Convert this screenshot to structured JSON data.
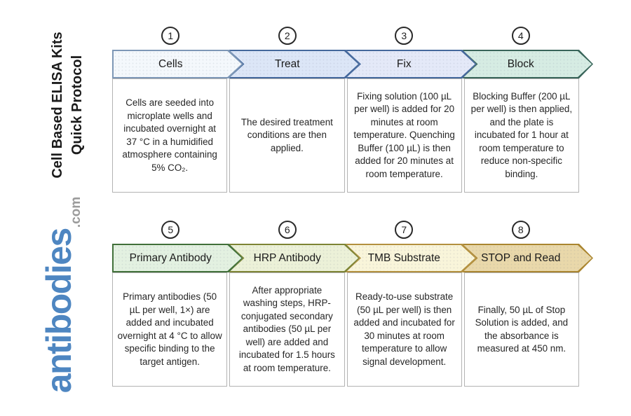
{
  "page": {
    "title_line1": "Cell Based ELISA Kits",
    "title_line2": "Quick Protocol"
  },
  "logo": {
    "name": "antibodies",
    "tld": ".com",
    "name_color": "#4e86c1",
    "tld_color": "#9b9b9b"
  },
  "steps": [
    {
      "number": "1",
      "label": "Cells",
      "fill": "#f4f8fc",
      "border": "#7d97b6",
      "description": "Cells are seeded into microplate wells and incubated overnight at 37 °C in a humidified atmosphere containing 5% CO₂."
    },
    {
      "number": "2",
      "label": "Treat",
      "fill": "#dce6f7",
      "border": "#44689c",
      "description": "The desired treatment conditions are then applied."
    },
    {
      "number": "3",
      "label": "Fix",
      "fill": "#e4e9f8",
      "border": "#44689c",
      "description": "Fixing solution (100 µL per well) is added for 20 minutes at room temperature. Quenching Buffer (100 µL) is then added for 20 minutes at room temperature."
    },
    {
      "number": "4",
      "label": "Block",
      "fill": "#d6ece3",
      "border": "#39655a",
      "description": "Blocking Buffer (200 µL per well) is then applied, and the plate is incubated for 1 hour at room temperature to reduce non-specific binding."
    },
    {
      "number": "5",
      "label": "Primary Antibody",
      "fill": "#e3f1e1",
      "border": "#41703a",
      "description": "Primary antibodies (50 µL per well, 1×) are added and incubated overnight at 4 °C to allow specific binding to the target antigen."
    },
    {
      "number": "6",
      "label": "HRP Antibody",
      "fill": "#ecf1d8",
      "border": "#7d8434",
      "description": "After appropriate washing steps, HRP-conjugated secondary antibodies (50 µL per well) are added and incubated for 1.5 hours at room temperature."
    },
    {
      "number": "7",
      "label": "TMB Substrate",
      "fill": "#f9f5da",
      "border": "#b3903e",
      "description": "Ready-to-use substrate (50 µL per well) is then added and incubated for 30 minutes at room temperature to allow signal development."
    },
    {
      "number": "8",
      "label": "STOP and Read",
      "fill": "#e9d8aa",
      "border": "#aa8530",
      "description": "Finally, 50 µL of Stop Solution is added, and the absorbance is measured at 450 nm."
    }
  ]
}
